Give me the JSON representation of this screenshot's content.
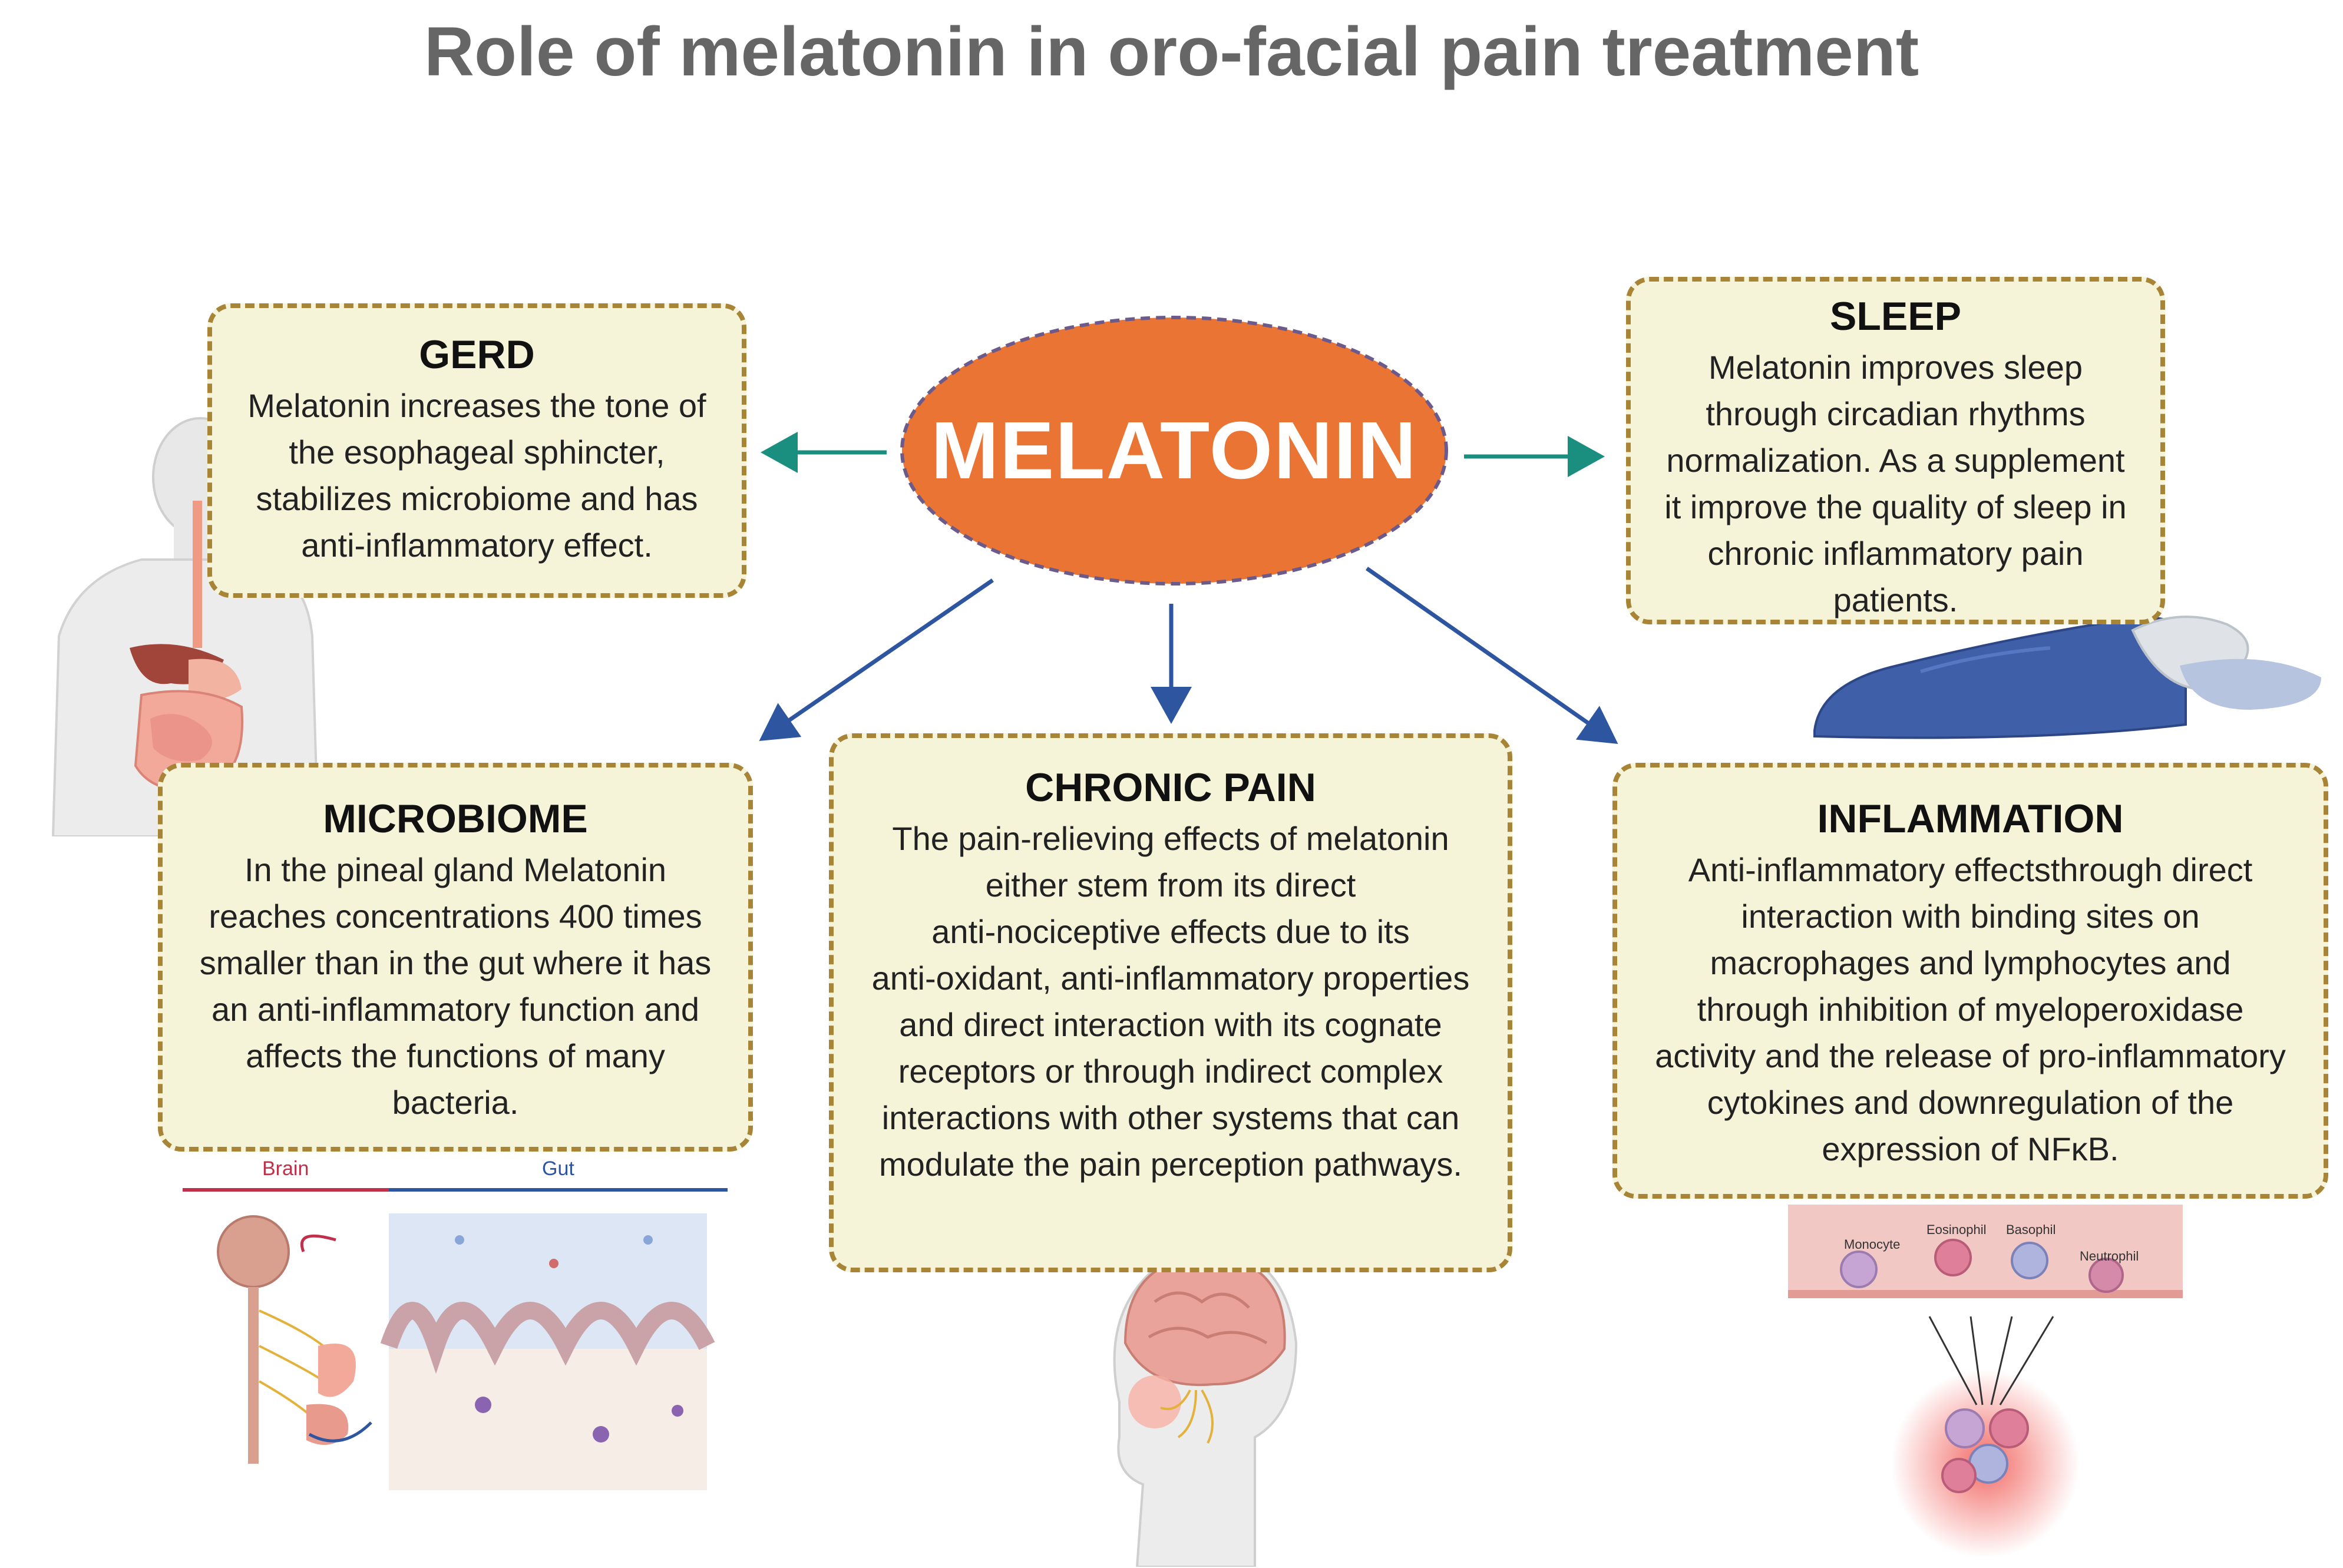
{
  "title": "Role of melatonin in oro-facial pain treatment",
  "center": {
    "label": "MELATONIN"
  },
  "boxes": {
    "gerd": {
      "heading": "GERD",
      "lines": [
        "Melatonin increases the tone of",
        "the esophageal sphincter,",
        "stabilizes microbiome and has",
        "anti-inflammatory effect."
      ]
    },
    "sleep": {
      "heading": "SLEEP",
      "lines": [
        "Melatonin improves  sleep",
        "through circadian rhythms",
        "normalization. As a supplement",
        "it improve the quality of sleep in",
        "chronic inflammatory pain",
        "patients."
      ]
    },
    "microbiome": {
      "heading": "MICROBIOME",
      "lines": [
        "In the pineal gland Melatonin",
        "reaches concentrations 400 times",
        "smaller than in the gut where it  has",
        "an anti-inflammatory function and",
        "affects the functions of many",
        "bacteria."
      ]
    },
    "chronic_pain": {
      "heading": "CHRONIC PAIN",
      "lines": [
        "The pain-relieving effects of melatonin",
        "either stem from its direct",
        "anti-nociceptive effects due to its",
        "anti-oxidant, anti-inflammatory properties",
        "and direct interaction with its cognate",
        "receptors or through indirect complex",
        "interactions with other systems that can",
        "modulate the pain perception pathways."
      ]
    },
    "inflammation": {
      "heading": "INFLAMMATION",
      "lines": [
        "Anti-inflammatory effectsthrough direct",
        "interaction with binding sites on",
        "macrophages and lymphocytes and",
        "through inhibition of myeloperoxidase",
        "activity and the release of pro-inflammatory",
        "cytokines and downregulation of the",
        "expression of NFκB."
      ]
    }
  },
  "illustrations": {
    "gut_brain": {
      "brain_label": "Brain",
      "gut_label": "Gut"
    },
    "blood_cells": {
      "monocyte": "Monocyte",
      "eosinophil": "Eosinophil",
      "basophil": "Basophil",
      "neutrophil": "Neutrophil"
    }
  },
  "colors": {
    "oval": "#ea7433",
    "box_fill": "#f5f3d8",
    "box_border": "#a88436",
    "arrow_teal": "#1a8f7f",
    "arrow_blue": "#2d55a0",
    "title": "#666666"
  }
}
